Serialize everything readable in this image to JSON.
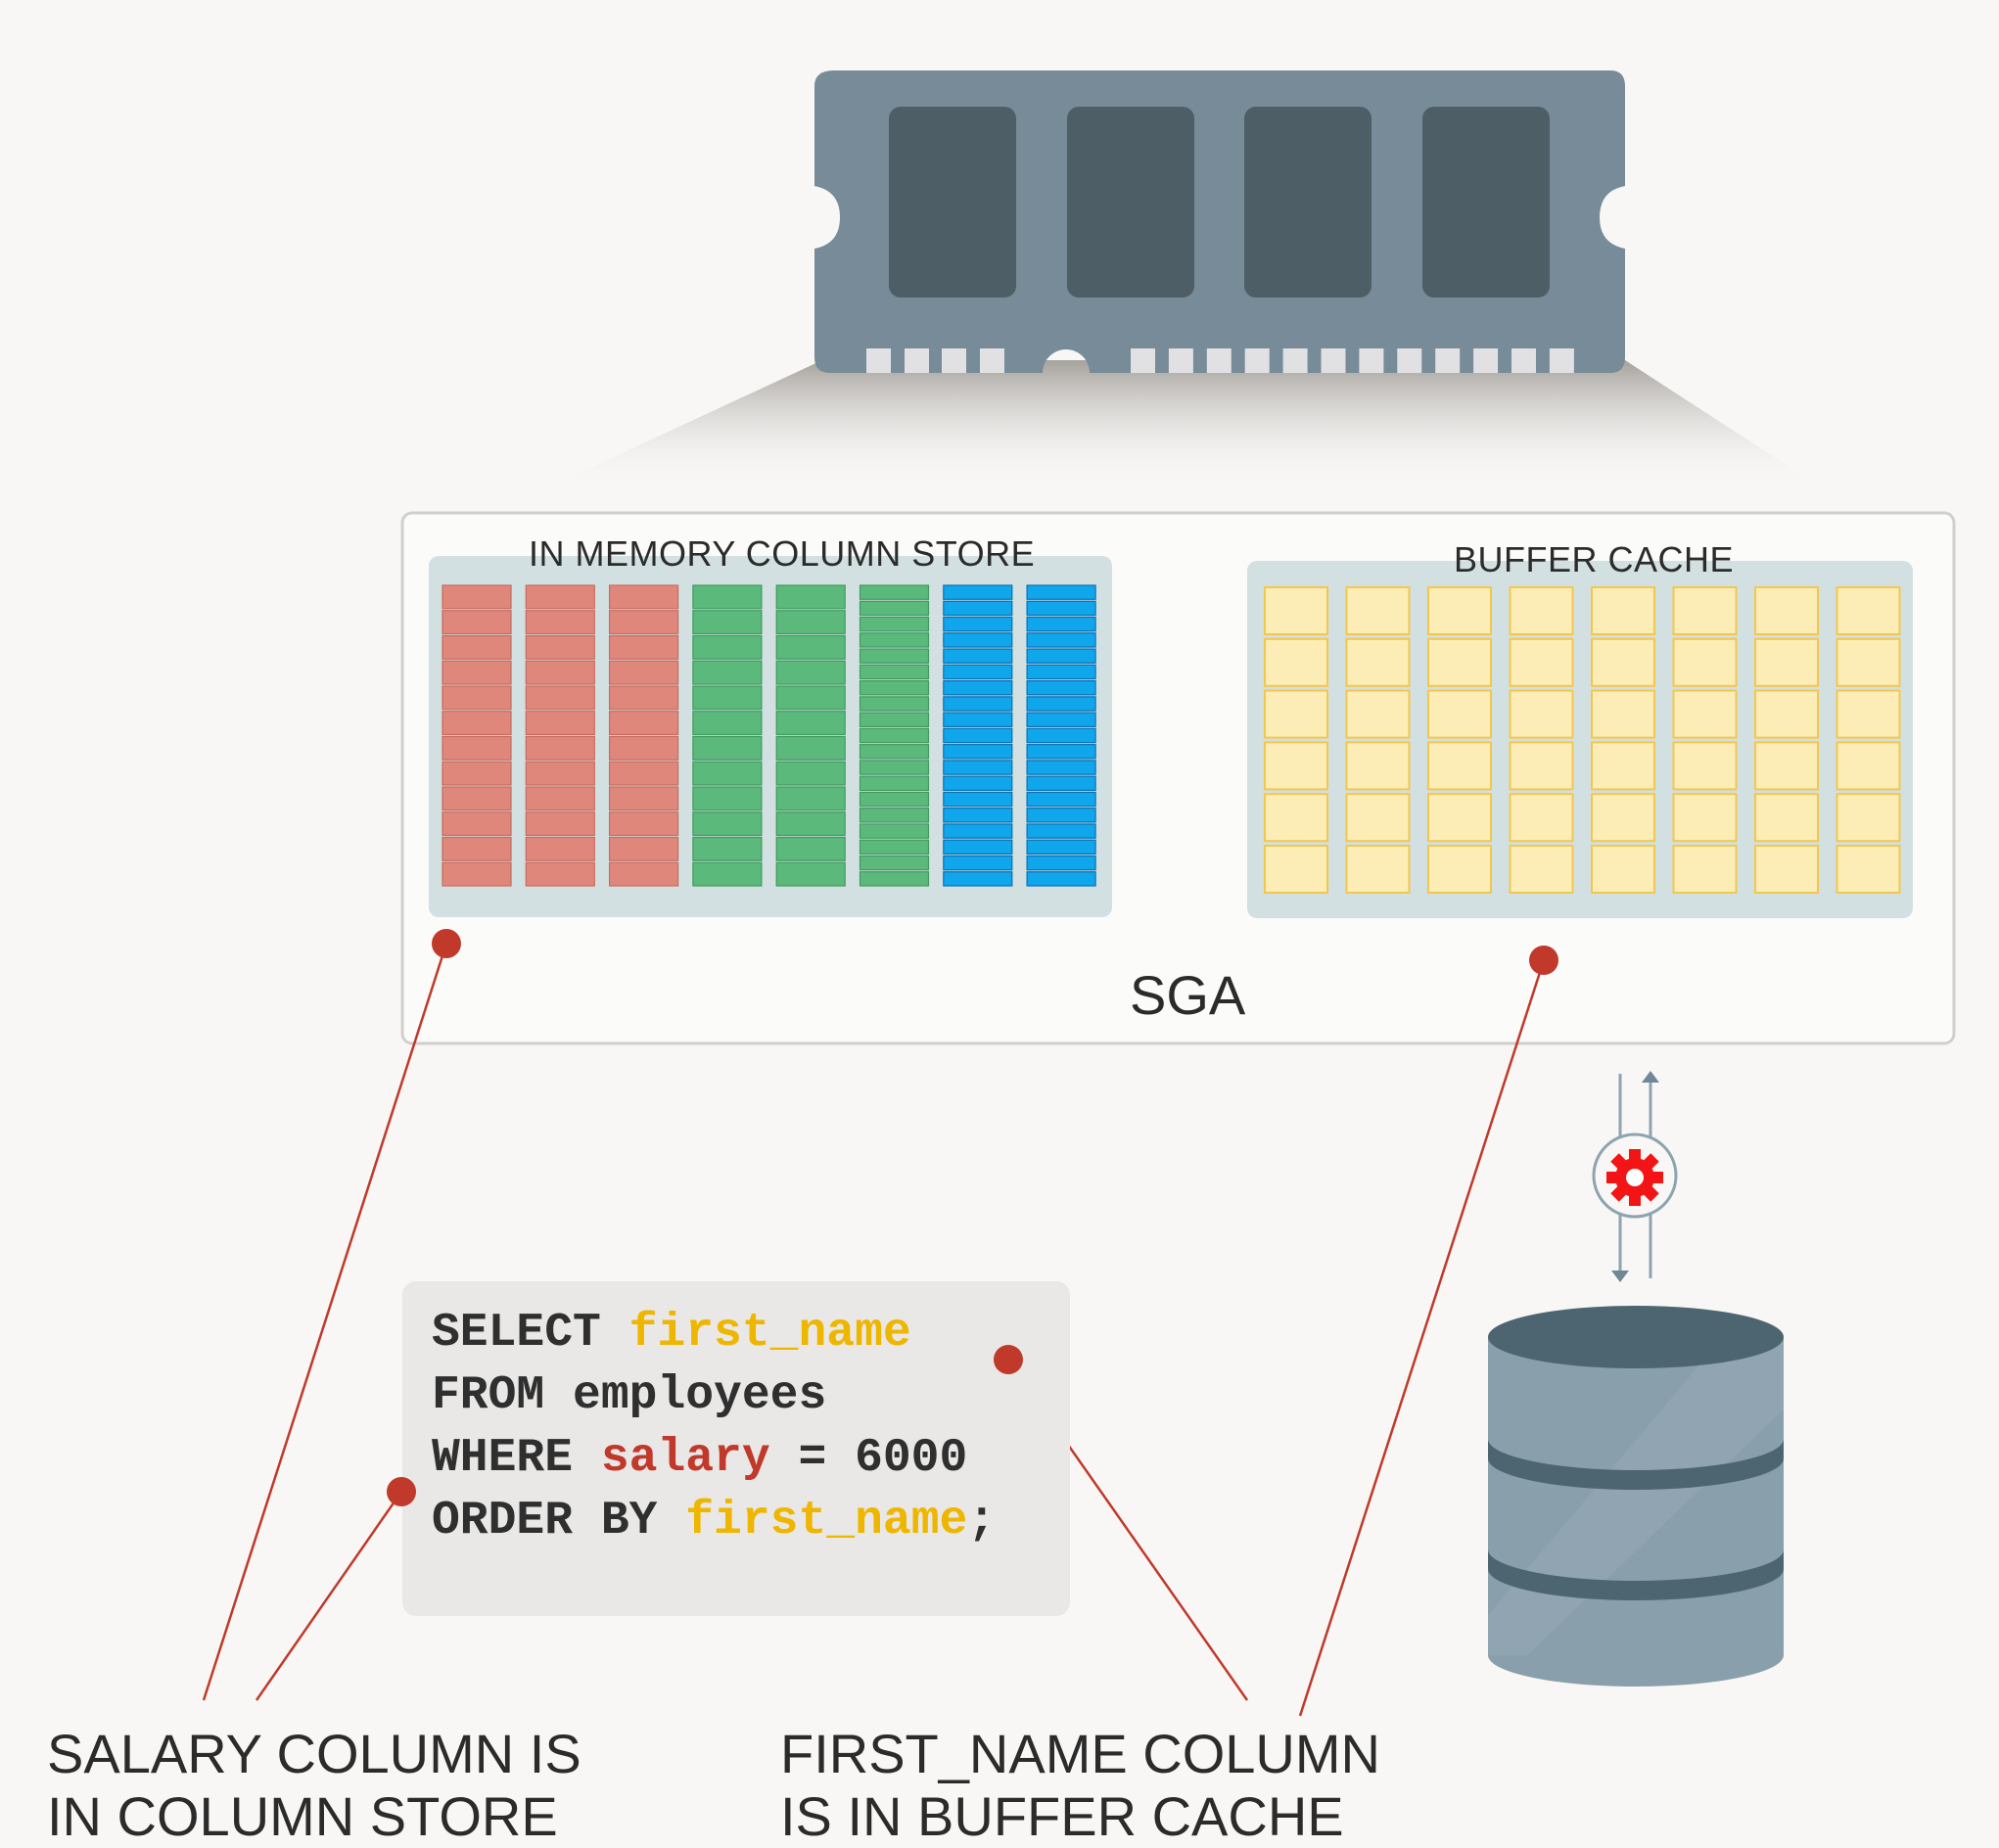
{
  "sga": {
    "label": "SGA",
    "column_store": {
      "title": "IN MEMORY COLUMN STORE",
      "columns": [
        {
          "color": "#e0877c",
          "stroke": "#c96a5e",
          "rows": 12
        },
        {
          "color": "#e0877c",
          "stroke": "#c96a5e",
          "rows": 12
        },
        {
          "color": "#e0877c",
          "stroke": "#c96a5e",
          "rows": 12
        },
        {
          "color": "#5bb97b",
          "stroke": "#3f9b5e",
          "rows": 12
        },
        {
          "color": "#5bb97b",
          "stroke": "#3f9b5e",
          "rows": 12
        },
        {
          "color": "#5bb97b",
          "stroke": "#3f9b5e",
          "rows": 19
        },
        {
          "color": "#10a6ec",
          "stroke": "#0a6fb0",
          "rows": 19
        },
        {
          "color": "#10a6ec",
          "stroke": "#0a6fb0",
          "rows": 19
        }
      ]
    },
    "buffer_cache": {
      "title": "BUFFER CACHE",
      "columns": 8,
      "rows": 6,
      "block_color": "#fcecb6",
      "block_stroke": "#f2c74e"
    }
  },
  "sql": {
    "lines": [
      [
        {
          "text": "SELECT ",
          "style": "plain"
        },
        {
          "text": "first_name",
          "style": "yellow"
        }
      ],
      [
        {
          "text": "FROM employees",
          "style": "plain"
        }
      ],
      [
        {
          "text": "WHERE ",
          "style": "plain"
        },
        {
          "text": "salary",
          "style": "red"
        },
        {
          "text": " = 6000",
          "style": "plain"
        }
      ],
      [
        {
          "text": "ORDER BY ",
          "style": "plain"
        },
        {
          "text": "first_name",
          "style": "yellow"
        },
        {
          "text": ";",
          "style": "plain"
        }
      ]
    ]
  },
  "captions": {
    "left": [
      "SALARY COLUMN IS",
      "IN COLUMN STORE"
    ],
    "right": [
      "FIRST_NAME COLUMN",
      "IS IN BUFFER CACHE"
    ]
  },
  "icons": {
    "memory": "ram-module-icon",
    "database": "database-icon",
    "io": "gear-icon"
  },
  "colors": {
    "accent_red": "#c0392b",
    "highlight_yellow": "#efb600",
    "ram_body": "#778b98",
    "ram_chip": "#4d5e67"
  }
}
